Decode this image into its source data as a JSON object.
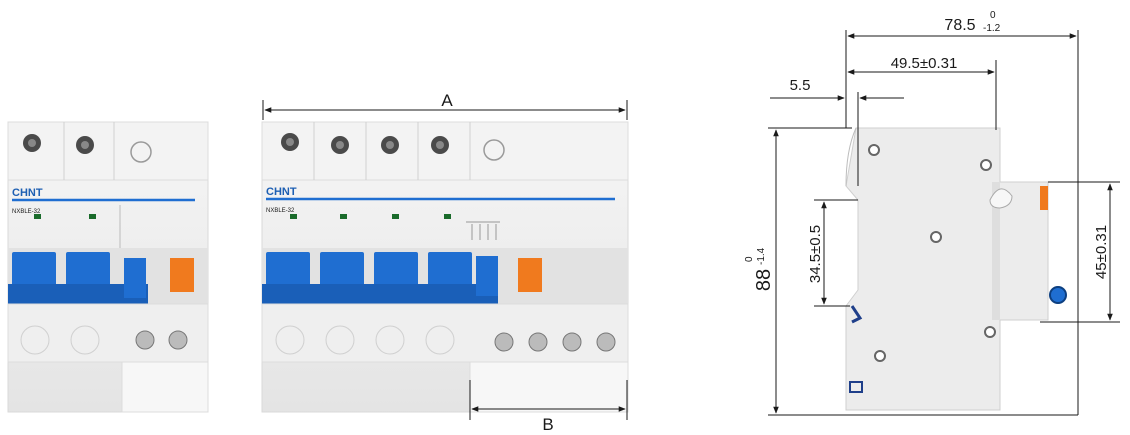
{
  "breaker_2p": {
    "brand": "CHNT",
    "model_text": "NXBLE-32"
  },
  "breaker_4p": {
    "brand": "CHNT",
    "model_text": "NXBLE-32"
  },
  "front_dims": {
    "width_label": "A",
    "module_label": "B"
  },
  "side_dims": {
    "total_width": "78.5",
    "total_width_tol_upper": "0",
    "total_width_tol_lower": "-1.2",
    "rail_offset": "49.5±0.31",
    "edge_offset": "5.5",
    "height": "88",
    "height_tol_upper": "0",
    "height_tol_lower": "-1.4",
    "upper_height": "34.5±0.5",
    "rail_height": "45±0.31"
  },
  "colors": {
    "handle_blue": "#1f6ed1",
    "test_orange": "#f07a1e",
    "body_grey": "#eeeeee",
    "brand_blue": "#1d5fb3"
  }
}
